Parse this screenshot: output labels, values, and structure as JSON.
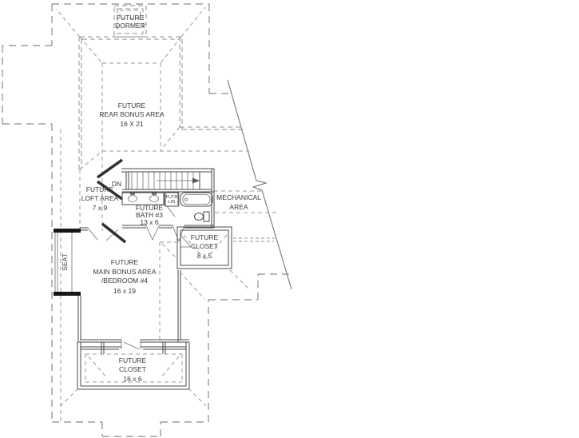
{
  "drawing": {
    "type": "architectural-floor-plan",
    "background": "#ffffff",
    "line_color": "#4a4a4a",
    "dashed_line_color": "#8a8a8a",
    "text_color": "#3a3a3a"
  },
  "labels": {
    "dormer": {
      "l1": "FUTURE",
      "l2": "DORMER"
    },
    "rear_bonus": {
      "l1": "FUTURE",
      "l2": "REAR BONUS AREA",
      "l3": "16 X 21"
    },
    "stairs": {
      "dn": "DN"
    },
    "loft": {
      "l1": "FUTURE",
      "l2": "LOFT AREA",
      "l3": "7 x 9"
    },
    "bath": {
      "l1": "FUTURE",
      "l2": "BATH #3",
      "l3": "13 x 6"
    },
    "linen": {
      "l1": "FUTR",
      "l2": "LIN"
    },
    "mechanical": {
      "l1": "MECHANICAL",
      "l2": "AREA"
    },
    "closet_right": {
      "l1": "FUTURE",
      "l2": "CLOSET",
      "l3": "8 x 5"
    },
    "seat": {
      "l1": "SEAT"
    },
    "main_bonus": {
      "l1": "FUTURE",
      "l2": "MAIN BONUS AREA",
      "l3": "/BEDROOM #4",
      "l4": "16 x 19"
    },
    "closet_bottom": {
      "l1": "FUTURE",
      "l2": "CLOSET",
      "l3": "16 x 6"
    }
  }
}
